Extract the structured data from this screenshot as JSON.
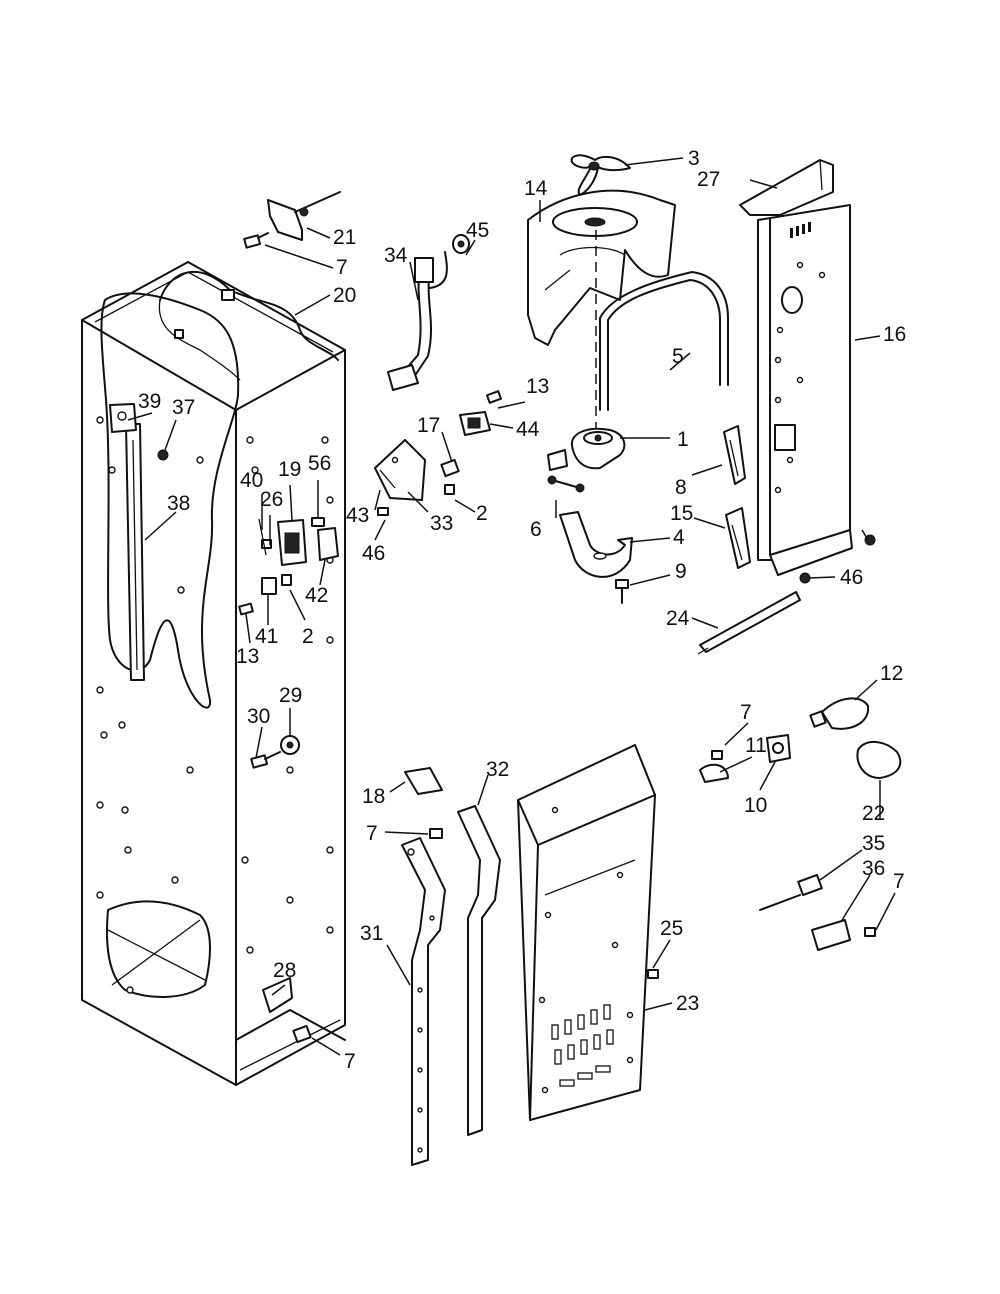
{
  "callouts": [
    {
      "id": "c1",
      "text": "1"
    },
    {
      "id": "c2a",
      "text": "2"
    },
    {
      "id": "c2b",
      "text": "2"
    },
    {
      "id": "c3",
      "text": "3"
    },
    {
      "id": "c4",
      "text": "4"
    },
    {
      "id": "c5",
      "text": "5"
    },
    {
      "id": "c6",
      "text": "6"
    },
    {
      "id": "c7a",
      "text": "7"
    },
    {
      "id": "c7b",
      "text": "7"
    },
    {
      "id": "c7c",
      "text": "7"
    },
    {
      "id": "c7d",
      "text": "7"
    },
    {
      "id": "c7e",
      "text": "7"
    },
    {
      "id": "c8",
      "text": "8"
    },
    {
      "id": "c9",
      "text": "9"
    },
    {
      "id": "c10",
      "text": "10"
    },
    {
      "id": "c11",
      "text": "11"
    },
    {
      "id": "c12",
      "text": "12"
    },
    {
      "id": "c13a",
      "text": "13"
    },
    {
      "id": "c13b",
      "text": "13"
    },
    {
      "id": "c14",
      "text": "14"
    },
    {
      "id": "c15",
      "text": "15"
    },
    {
      "id": "c16",
      "text": "16"
    },
    {
      "id": "c17",
      "text": "17"
    },
    {
      "id": "c18",
      "text": "18"
    },
    {
      "id": "c19",
      "text": "19"
    },
    {
      "id": "c20",
      "text": "20"
    },
    {
      "id": "c21",
      "text": "21"
    },
    {
      "id": "c22",
      "text": "22"
    },
    {
      "id": "c23",
      "text": "23"
    },
    {
      "id": "c24",
      "text": "24"
    },
    {
      "id": "c25",
      "text": "25"
    },
    {
      "id": "c26",
      "text": "26"
    },
    {
      "id": "c27",
      "text": "27"
    },
    {
      "id": "c28",
      "text": "28"
    },
    {
      "id": "c29",
      "text": "29"
    },
    {
      "id": "c30",
      "text": "30"
    },
    {
      "id": "c31",
      "text": "31"
    },
    {
      "id": "c32",
      "text": "32"
    },
    {
      "id": "c33",
      "text": "33"
    },
    {
      "id": "c34",
      "text": "34"
    },
    {
      "id": "c35",
      "text": "35"
    },
    {
      "id": "c36",
      "text": "36"
    },
    {
      "id": "c37",
      "text": "37"
    },
    {
      "id": "c38",
      "text": "38"
    },
    {
      "id": "c39",
      "text": "39"
    },
    {
      "id": "c40",
      "text": "40"
    },
    {
      "id": "c41",
      "text": "41"
    },
    {
      "id": "c42",
      "text": "42"
    },
    {
      "id": "c43",
      "text": "43"
    },
    {
      "id": "c44",
      "text": "44"
    },
    {
      "id": "c45",
      "text": "45"
    },
    {
      "id": "c46a",
      "text": "46"
    },
    {
      "id": "c46b",
      "text": "46"
    },
    {
      "id": "c56",
      "text": "56"
    }
  ]
}
